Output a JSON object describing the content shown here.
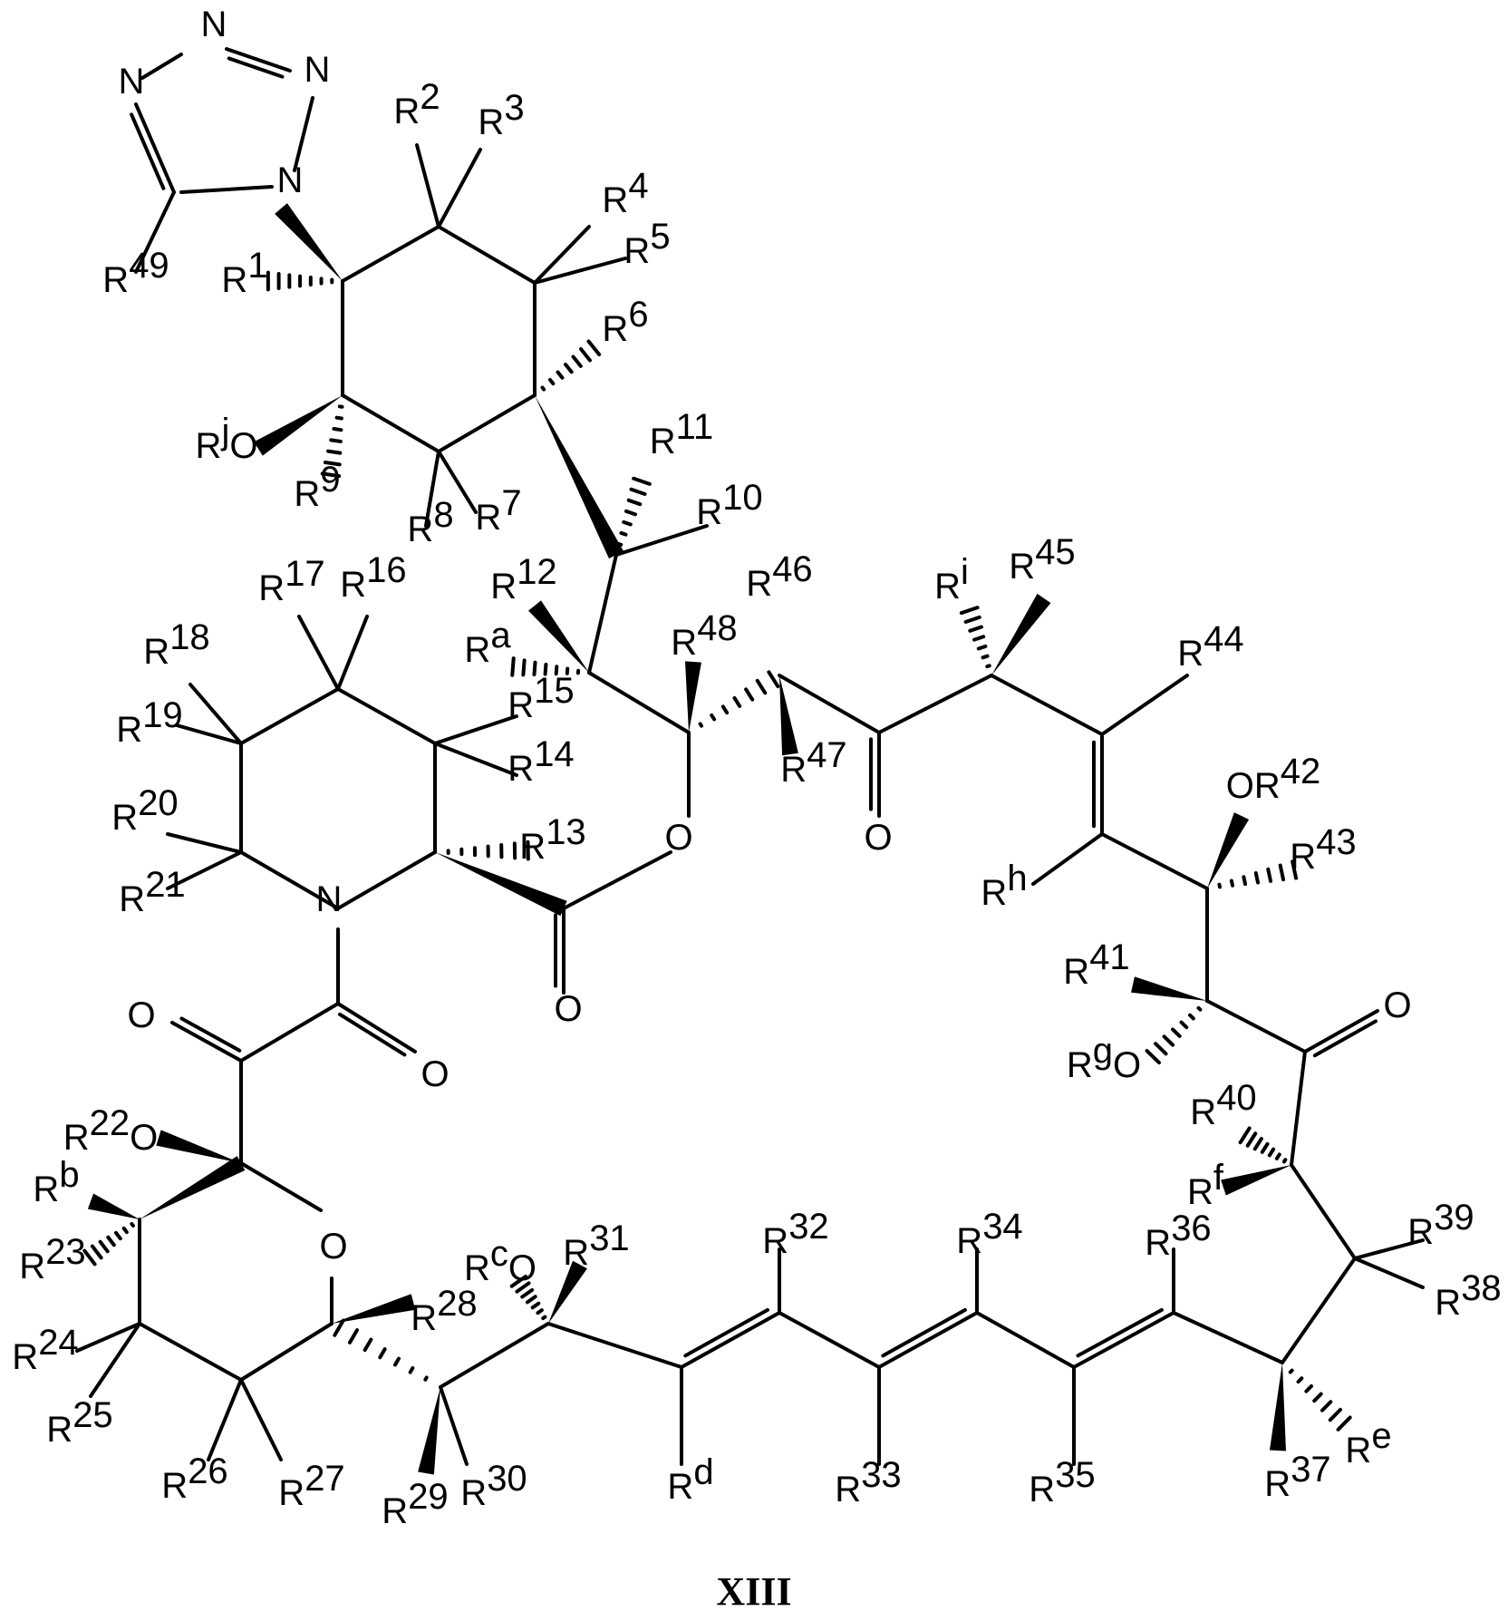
{
  "compound_label": "XIII",
  "labels": {
    "tetrazole_N1": "N",
    "tetrazole_N2": "N",
    "tetrazole_N3": "N",
    "tetrazole_N4": "N",
    "r49": [
      "R",
      "49"
    ],
    "r1": [
      "R",
      "1"
    ],
    "r2": [
      "R",
      "2"
    ],
    "r3": [
      "R",
      "3"
    ],
    "r4": [
      "R",
      "4"
    ],
    "r5": [
      "R",
      "5"
    ],
    "r6": [
      "R",
      "6"
    ],
    "rjo": [
      "R",
      "j",
      "O"
    ],
    "r9": [
      "R",
      "9"
    ],
    "r8": [
      "R",
      "8"
    ],
    "r7": [
      "R",
      "7"
    ],
    "r11": [
      "R",
      "11"
    ],
    "r10": [
      "R",
      "10"
    ],
    "r17": [
      "R",
      "17"
    ],
    "r16": [
      "R",
      "16"
    ],
    "r18": [
      "R",
      "18"
    ],
    "r19": [
      "R",
      "19"
    ],
    "r12": [
      "R",
      "12"
    ],
    "ra": [
      "R",
      "a"
    ],
    "r48": [
      "R",
      "48"
    ],
    "r46": [
      "R",
      "46"
    ],
    "ri": [
      "R",
      "i"
    ],
    "r45": [
      "R",
      "45"
    ],
    "r15": [
      "R",
      "15"
    ],
    "r14": [
      "R",
      "14"
    ],
    "r47": [
      "R",
      "47"
    ],
    "r44": [
      "R",
      "44"
    ],
    "r20": [
      "R",
      "20"
    ],
    "r21": [
      "R",
      "21"
    ],
    "r13": [
      "R",
      "13"
    ],
    "ring_O": "O",
    "ketone_O1": "O",
    "or42": [
      "OR",
      "42"
    ],
    "r43": [
      "R",
      "43"
    ],
    "rh": [
      "R",
      "h"
    ],
    "n_amide": "N",
    "lactone_O": "O",
    "r41": [
      "R",
      "41"
    ],
    "ketone_O2": "O",
    "rgo": [
      "R",
      "g",
      "O"
    ],
    "oxo_O1": "O",
    "oxo_O2": "O",
    "r22o": [
      "R",
      "22",
      "O"
    ],
    "r40": [
      "R",
      "40"
    ],
    "rb": [
      "R",
      "b"
    ],
    "rf": [
      "R",
      "f"
    ],
    "r23": [
      "R",
      "23"
    ],
    "pyran_O": "O",
    "rco": [
      "R",
      "c",
      "O"
    ],
    "r31": [
      "R",
      "31"
    ],
    "r32": [
      "R",
      "32"
    ],
    "r34": [
      "R",
      "34"
    ],
    "r36": [
      "R",
      "36"
    ],
    "r39": [
      "R",
      "39"
    ],
    "r38": [
      "R",
      "38"
    ],
    "r28": [
      "R",
      "28"
    ],
    "r24": [
      "R",
      "24"
    ],
    "r25": [
      "R",
      "25"
    ],
    "r26": [
      "R",
      "26"
    ],
    "r27": [
      "R",
      "27"
    ],
    "r29": [
      "R",
      "29"
    ],
    "r30": [
      "R",
      "30"
    ],
    "rd": [
      "R",
      "d"
    ],
    "r33": [
      "R",
      "33"
    ],
    "r35": [
      "R",
      "35"
    ],
    "r37": [
      "R",
      "37"
    ],
    "re": [
      "R",
      "e"
    ]
  }
}
